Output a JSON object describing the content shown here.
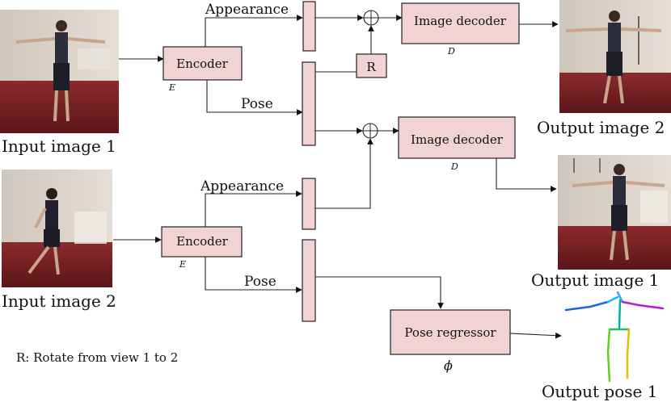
{
  "inputs": {
    "input1_caption": "Input image 1",
    "input2_caption": "Input image 2"
  },
  "encoders": {
    "label": "Encoder",
    "symbol": "E"
  },
  "features": {
    "appearance_label": "Appearance",
    "pose_label": "Pose"
  },
  "rotation": {
    "label": "R",
    "note": "R: Rotate from view 1 to 2"
  },
  "decoders": {
    "label": "Image decoder",
    "symbol": "D"
  },
  "outputs": {
    "output_image_2": "Output image 2",
    "output_image_1": "Output  image 1",
    "output_pose_1": "Output pose 1"
  },
  "regressor": {
    "label": "Pose regressor",
    "symbol": "ϕ"
  },
  "colors": {
    "box_fill": "#f1d3d3",
    "floor": "#6e1f22",
    "wall": "#d8cfc6"
  }
}
